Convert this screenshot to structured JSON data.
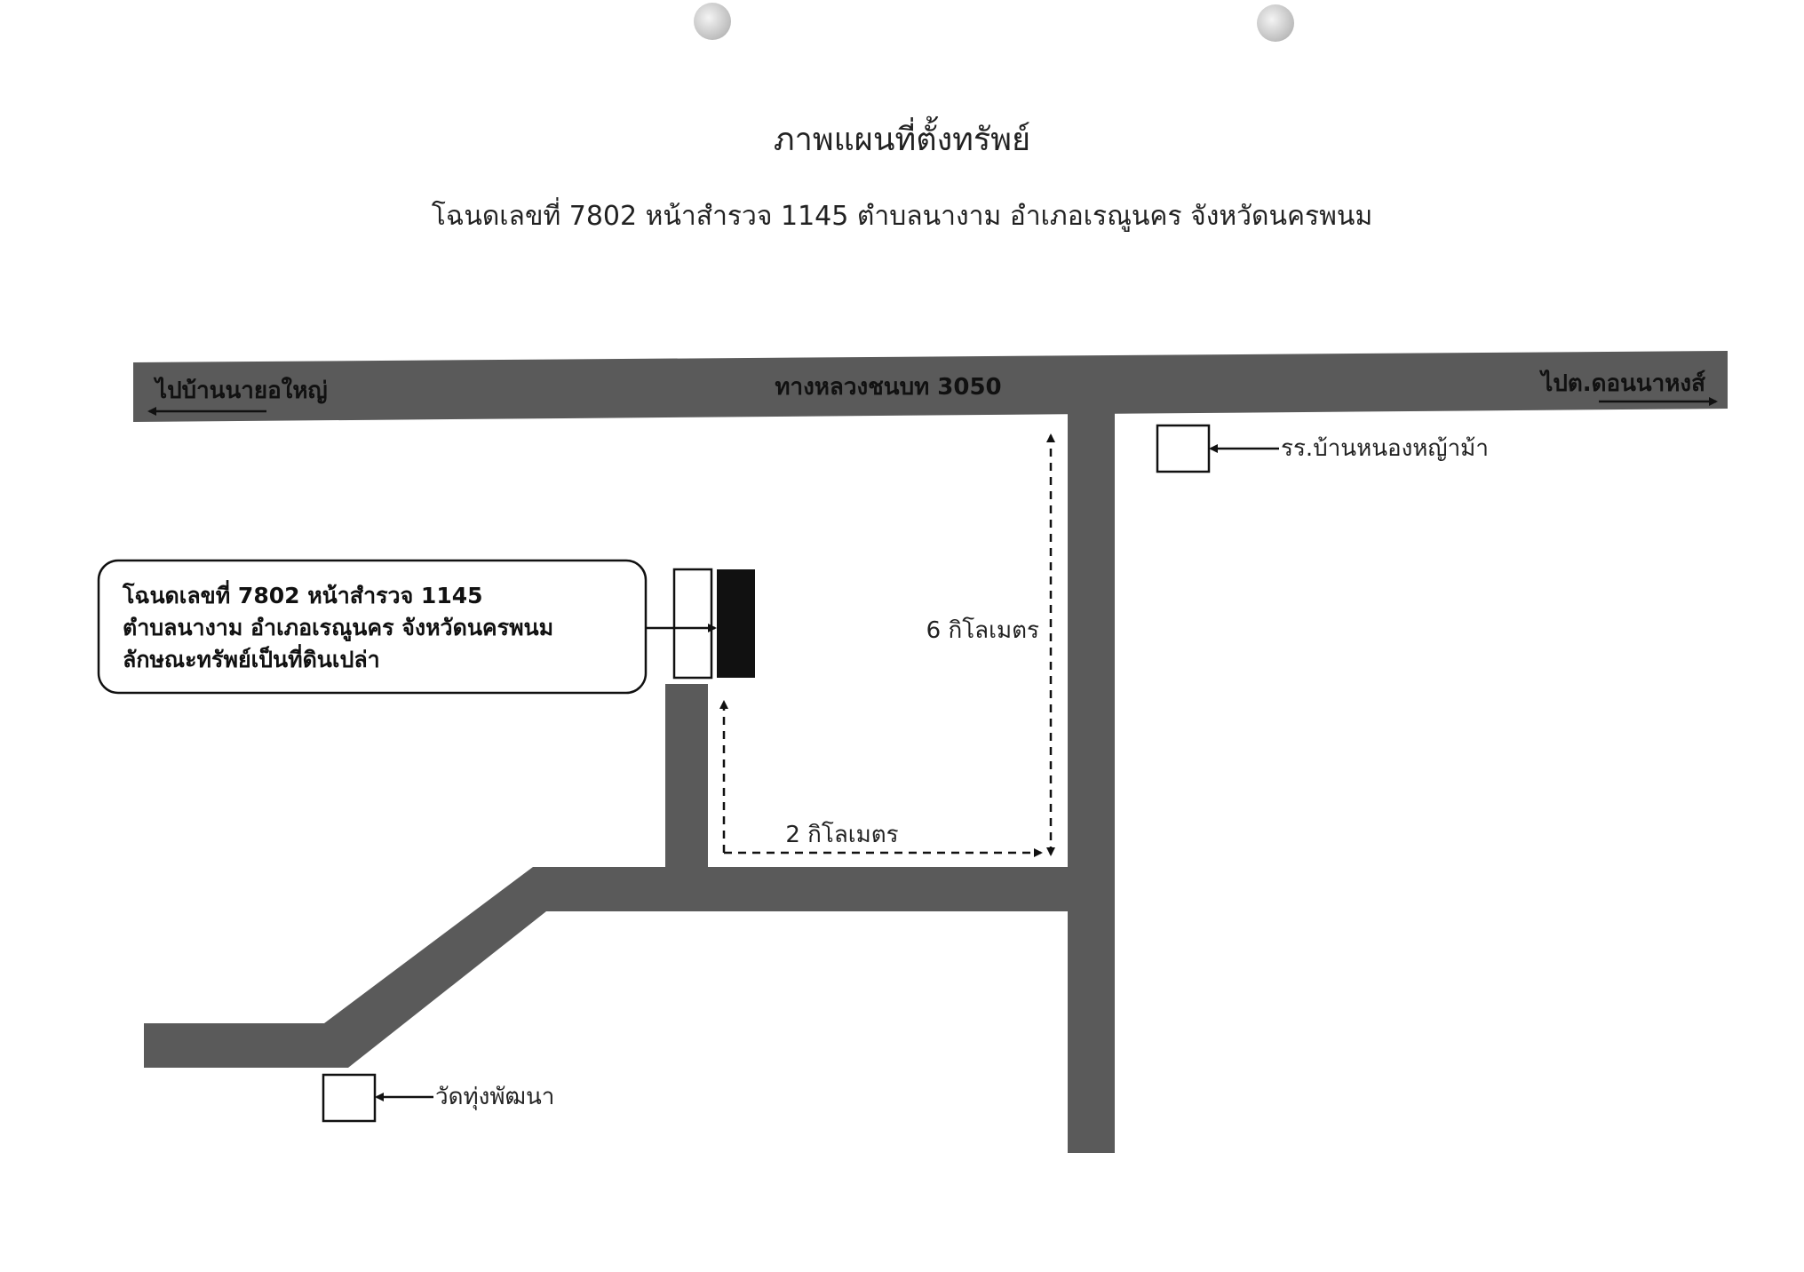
{
  "title": "ภาพแผนที่ตั้งทรัพย์",
  "subtitle": "โฉนดเลขที่ 7802 หน้าสำรวจ 1145 ตำบลนางาม อำเภอเรณูนคร จังหวัดนครพนม",
  "roads": {
    "main_road_label": "ทางหลวงชนบท 3050",
    "west_direction_label": "ไปบ้านนายอใหญ่",
    "east_direction_label": "ไปต.ดอนนาหงส์"
  },
  "landmarks": {
    "school_label": "รร.บ้านหนองหญ้าม้า",
    "temple_label": "วัดทุ่งพัฒนา"
  },
  "distances": {
    "north_south": "6 กิโลเมตร",
    "east_west": "2 กิโลเมตร"
  },
  "property_callout": {
    "line1": "โฉนดเลขที่ 7802 หน้าสำรวจ 1145",
    "line2": "ตำบลนางาม อำเภอเรณูนคร จังหวัดนครพนม",
    "line3": "ลักษณะทรัพย์เป็นที่ดินเปล่า"
  },
  "colors": {
    "road": "#5a5a5a",
    "property_plot": "#111111",
    "text": "#222222",
    "background": "#ffffff"
  }
}
